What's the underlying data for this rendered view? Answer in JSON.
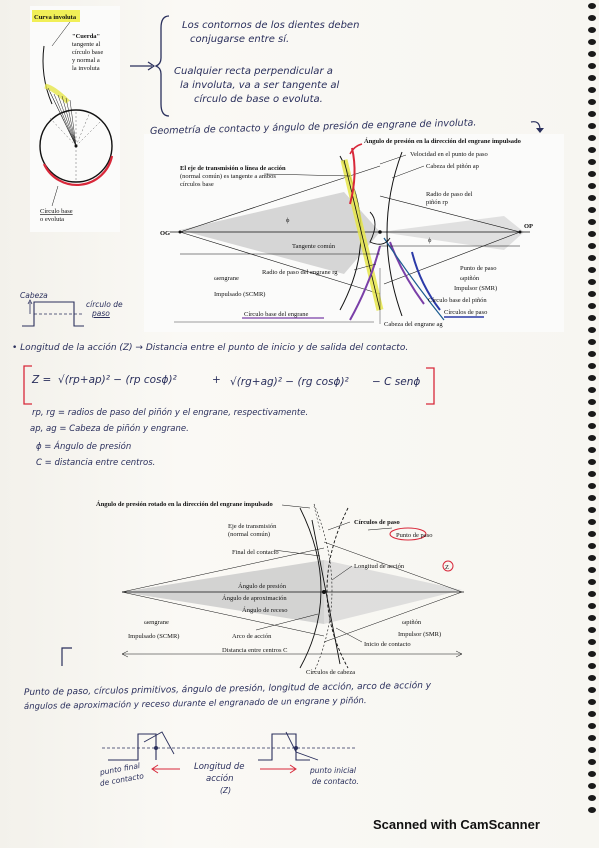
{
  "top_note": {
    "line1": "Los contornos de los dientes deben",
    "line2": "conjugarse entre sí.",
    "line3": "Cualquier recta perpendicular a",
    "line4": "la involuta, va a ser tangente al",
    "line5": "círculo de base o evoluta."
  },
  "involute_fig": {
    "title": "Curva involuta",
    "cuerda_1": "\"Cuerda\"",
    "cuerda_2": "tangente al",
    "cuerda_3": "círculo base",
    "cuerda_4": "y normal a",
    "cuerda_5": "la involuta",
    "base_1": "Círculo base",
    "base_2": "o evoluta"
  },
  "geometry_heading": "Geometría de contacto y ángulo de presión de engrane de involuta.",
  "fig1": {
    "l_pressure_rot": "Ángulo de presión en la dirección del engrane impulsado",
    "l_vel": "Velocidad en el punto de paso",
    "l_head_pinion": "Cabeza del piñón ap",
    "l_axis_1": "El eje de transmisión o línea de acción",
    "l_axis_2": "(normal común) es tangente a ambos",
    "l_axis_3": "círculos base",
    "l_radius_1": "Radio de paso del",
    "l_radius_2": "piñón rp",
    "l_og": "OG",
    "l_op": "OP",
    "l_tangent": "Tangente común",
    "l_gear_radius": "Radio de paso del engrane rg",
    "l_w_gear": "ωengrane",
    "l_impulsado": "Impulsado (SCMR)",
    "l_pitch_point": "Punto de paso",
    "l_w_pinion": "ωpiñón",
    "l_impulsor": "Impulsor (SMR)",
    "l_base_pinion": "Círculo base del piñón",
    "l_pitch_circles": "Círculos de paso",
    "l_base_gear": "Círculo base del engrane",
    "l_head_gear": "Cabeza del engrane ag",
    "l_phi": "ϕ"
  },
  "cabeza_note": {
    "cabeza": "Cabeza",
    "circulo_1": "círculo de",
    "circulo_2": "paso"
  },
  "length_section": {
    "title": "• Longitud de la acción (Z) → Distancia entre el punto de inicio y de salida del contacto.",
    "formula_lhs": "Z =",
    "formula_t1": "√(rp+ap)² − (rp cosϕ)²",
    "formula_plus": "+",
    "formula_t2": "√(rg+ag)² − (rg cosϕ)²",
    "formula_t3": "− C senϕ",
    "def1": "rp, rg = radios de paso del piñón y el engrane, respectivamente.",
    "def2": "ap, ag = Cabeza de piñón y engrane.",
    "def3": "ϕ = Ángulo de presión",
    "def4": "C = distancia entre centros."
  },
  "fig2": {
    "l_pressure_rot": "Ángulo de presión rotado en la dirección del engrane impulsado",
    "l_pitch_circles": "Círculos de paso",
    "l_axis_1": "Eje de transmisión",
    "l_axis_2": "(normal común)",
    "l_pitch_point": "Punto de paso",
    "l_end": "Final del contacto",
    "l_length": "Longitud de acción",
    "l_z": "Z",
    "l_pressure": "Ángulo de presión",
    "l_approach": "Ángulo de aproximación",
    "l_recess": "Ángulo de receso",
    "l_w_gear": "ωengrane",
    "l_impulsado": "Impulsado (SCMR)",
    "l_arc": "Arco de acción",
    "l_w_pinion": "ωpiñón",
    "l_impulsor": "Impulsor (SMR)",
    "l_start": "Inicio de contacto",
    "l_distance": "Distancia entre centros C",
    "l_head_circles": "Círculos de cabeza"
  },
  "bottom_note": {
    "line1": "Punto de paso, círculos primitivos, ángulo de presión, longitud de acción, arco de acción y",
    "line2": "ángulos de aproximación y receso durante el engranado de un engrane y piñón."
  },
  "bottom_sketch": {
    "final_1": "punto final",
    "final_2": "de contacto",
    "length_1": "Longitud de",
    "length_2": "acción",
    "length_3": "(Z)",
    "start_1": "punto inicial",
    "start_2": "de contacto."
  },
  "footer": "Scanned with CamScanner",
  "colors": {
    "ink": "#2a2f5c",
    "red": "#d8283a",
    "yellow": "#e6e64a",
    "purple": "#7a3fa8",
    "shade": "#c9c9c9"
  }
}
